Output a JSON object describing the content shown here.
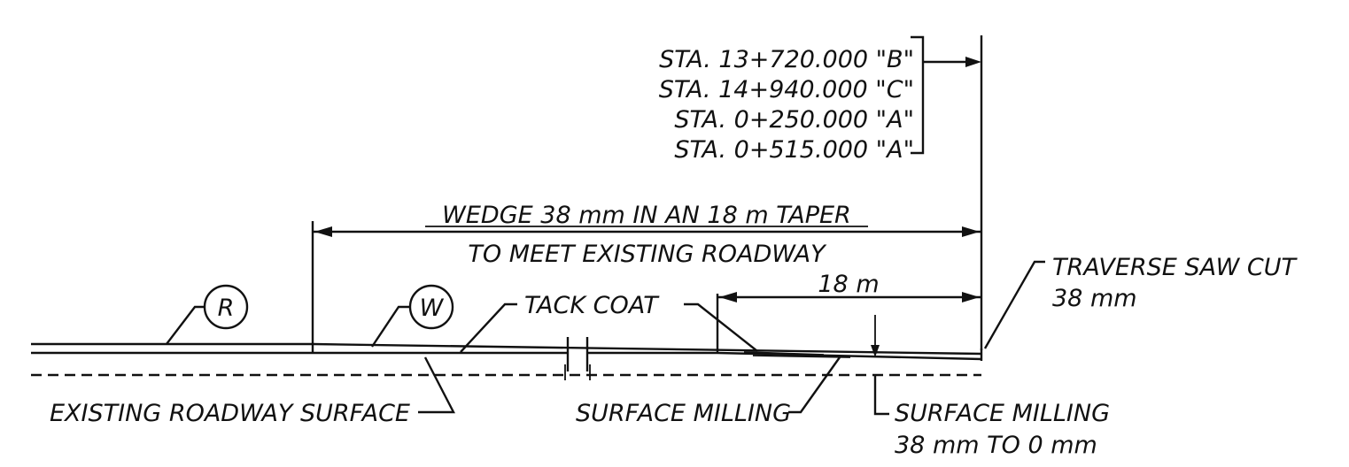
{
  "stations": [
    "STA. 13+720.000 \"B\"",
    "STA. 14+940.000 \"C\"",
    "STA. 0+250.000 \"A\"",
    "STA. 0+515.000 \"A\""
  ],
  "wedge": {
    "line1": "WEDGE 38 mm IN AN 18 m TAPER",
    "line2": "TO MEET EXISTING ROADWAY"
  },
  "taper_length": "18 m",
  "sawcut": {
    "line1": "TRAVERSE SAW CUT",
    "line2": "38 mm"
  },
  "markers": {
    "r": "R",
    "w": "W"
  },
  "tack_coat": "TACK COAT",
  "existing_surface": "EXISTING ROADWAY SURFACE",
  "surface_milling": "SURFACE MILLING",
  "milling_depth": {
    "line1": "SURFACE MILLING",
    "line2": "38 mm TO 0 mm"
  }
}
